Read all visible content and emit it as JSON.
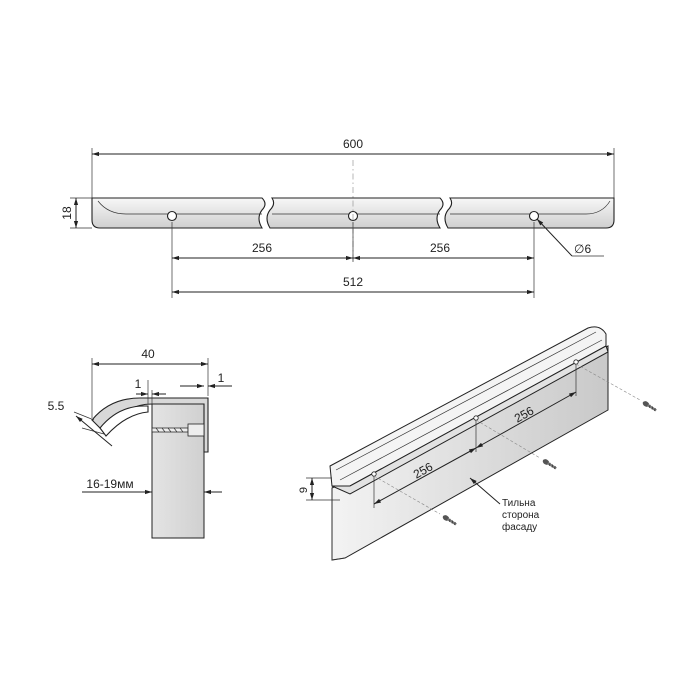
{
  "top_view": {
    "overall_length": "600",
    "height": "18",
    "hole_spacing_left": "256",
    "hole_spacing_right": "256",
    "hole_span": "512",
    "hole_diameter": "∅6"
  },
  "section_view": {
    "width": "40",
    "lip_gap": "1",
    "side_gap": "1",
    "curve_depth": "5.5",
    "facade_thickness": "16-19мм"
  },
  "iso_view": {
    "spacing_a": "256",
    "spacing_b": "256",
    "offset": "9",
    "back_side_label_line1": "Тильна",
    "back_side_label_line2": "сторона",
    "back_side_label_line3": "фасаду"
  },
  "colors": {
    "line": "#222222",
    "panel_light": "#f2f2f2",
    "panel_mid": "#d9d9d9",
    "panel_dark": "#c4c4c4"
  }
}
